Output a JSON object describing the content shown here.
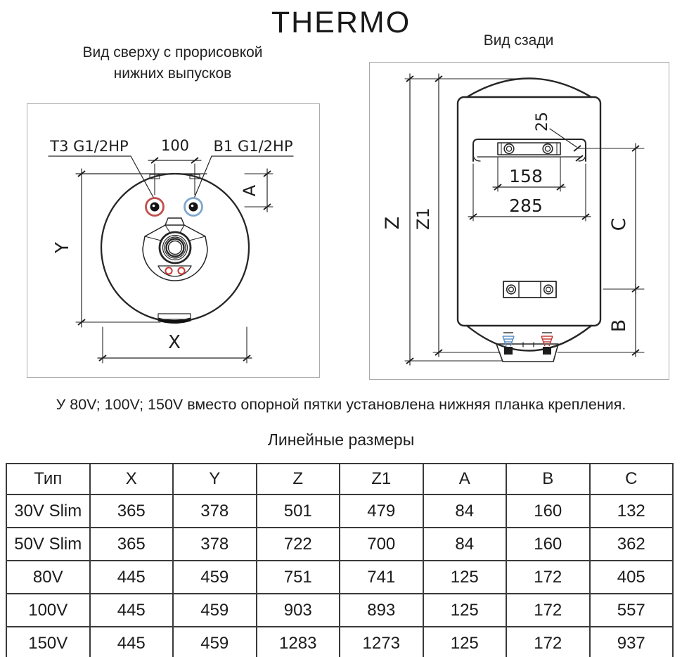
{
  "title": "THERMO",
  "left_view": {
    "caption": [
      "Вид сверху с прорисовкой",
      "нижних выпусков"
    ],
    "port_left_label": "T3 G1/2HP",
    "port_right_label": "B1 G1/2HP",
    "dims": {
      "spacing": "100",
      "a": "A",
      "y": "Y",
      "x": "X"
    }
  },
  "right_view": {
    "caption": "Вид сзади",
    "dims": {
      "bracket_height": "25",
      "holes_span": "158",
      "bracket_width": "285",
      "z": "Z",
      "z1": "Z1",
      "c": "C",
      "b": "B"
    }
  },
  "note": "У 80V; 100V; 150V вместо опорной пятки установлена нижняя планка крепления.",
  "table": {
    "title": "Линейные размеры",
    "headers": [
      "Тип",
      "X",
      "Y",
      "Z",
      "Z1",
      "A",
      "B",
      "C"
    ],
    "rows": [
      [
        "30V Slim",
        "365",
        "378",
        "501",
        "479",
        "84",
        "160",
        "132"
      ],
      [
        "50V Slim",
        "365",
        "378",
        "722",
        "700",
        "84",
        "160",
        "362"
      ],
      [
        "80V",
        "445",
        "459",
        "751",
        "741",
        "125",
        "172",
        "405"
      ],
      [
        "100V",
        "445",
        "459",
        "903",
        "893",
        "125",
        "172",
        "557"
      ],
      [
        "150V",
        "445",
        "459",
        "1283",
        "1273",
        "125",
        "172",
        "937"
      ]
    ]
  },
  "colors": {
    "line": "#262626",
    "hot_port_ring": "#c0504d",
    "cold_port_ring": "#7fa8cf",
    "element_dot": "#cc3b36",
    "pipe_cold": "#5a8fc4",
    "pipe_hot": "#c43c38",
    "nut": "#1c1c1c"
  }
}
